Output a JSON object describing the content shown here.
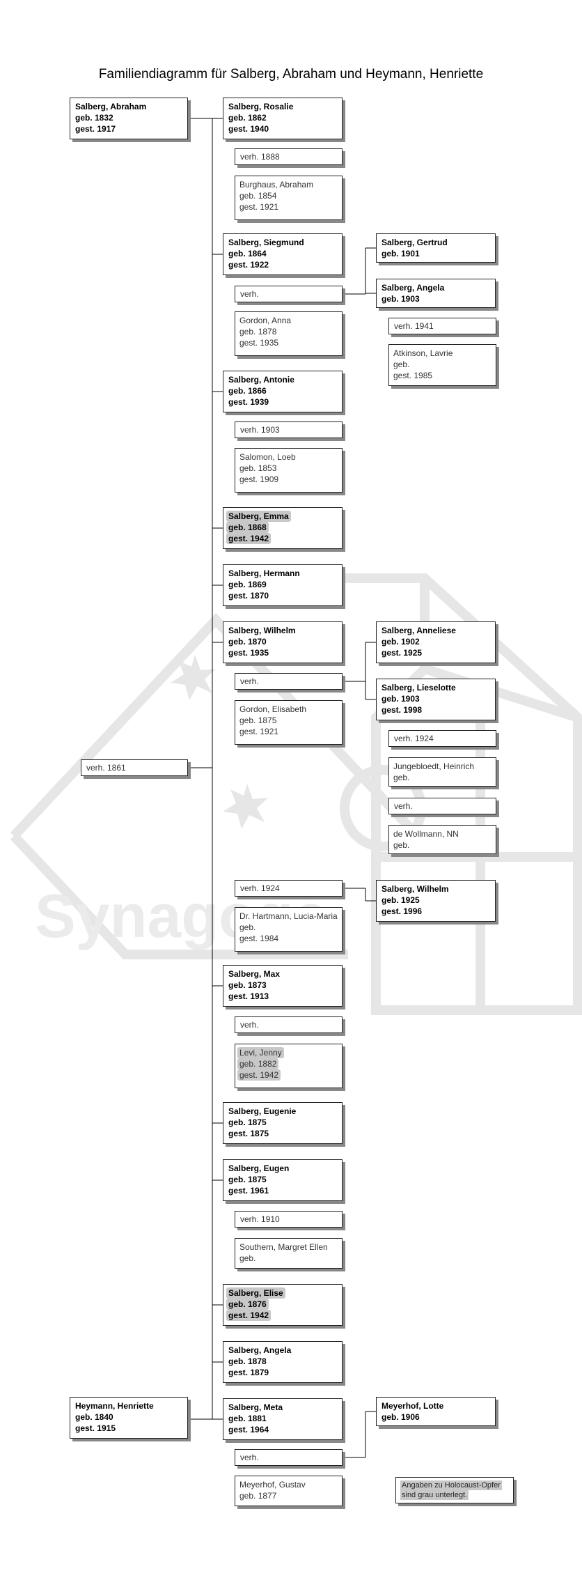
{
  "title": "Familiendiagramm für Salberg, Abraham und Heymann, Henriette",
  "legend": [
    "Angaben zu Holocaust-Opfer",
    "sind grau unterlegt."
  ],
  "watermark_text": "Synagoge",
  "parents": {
    "father": {
      "lines": [
        "Salberg, Abraham",
        "geb. 1832",
        "gest. 1917"
      ]
    },
    "marriage": {
      "lines": [
        "verh. 1861"
      ]
    },
    "mother": {
      "lines": [
        "Heymann, Henriette",
        "geb. 1840",
        "gest. 1915"
      ]
    }
  },
  "children": [
    {
      "lines": [
        "Salberg, Rosalie",
        "geb. 1862",
        "gest. 1940"
      ],
      "marriages": [
        {
          "marriage": [
            "verh. 1888"
          ],
          "spouse": [
            "Burghaus, Abraham",
            "geb. 1854",
            "gest. 1921"
          ],
          "children": []
        }
      ]
    },
    {
      "lines": [
        "Salberg, Siegmund",
        "geb. 1864",
        "gest. 1922"
      ],
      "marriages": [
        {
          "marriage": [
            "verh."
          ],
          "spouse": [
            "Gordon, Anna",
            "geb. 1878",
            "gest. 1935"
          ],
          "children": [
            {
              "lines": [
                "Salberg, Gertrud",
                "geb. 1901"
              ]
            },
            {
              "lines": [
                "Salberg, Angela",
                "geb. 1903"
              ],
              "marriages": [
                {
                  "marriage": [
                    "verh. 1941"
                  ],
                  "spouse": [
                    "Atkinson, Lavrie",
                    "geb.",
                    "gest. 1985"
                  ]
                }
              ]
            }
          ]
        }
      ]
    },
    {
      "lines": [
        "Salberg, Antonie",
        "geb. 1866",
        "gest. 1939"
      ],
      "marriages": [
        {
          "marriage": [
            "verh. 1903"
          ],
          "spouse": [
            "Salomon, Loeb",
            "geb. 1853",
            "gest. 1909"
          ],
          "children": []
        }
      ]
    },
    {
      "lines": [
        "Salberg, Emma",
        "geb. 1868",
        "gest. 1942"
      ],
      "victim": true,
      "marriages": []
    },
    {
      "lines": [
        "Salberg, Hermann",
        "geb. 1869",
        "gest. 1870"
      ],
      "marriages": []
    },
    {
      "lines": [
        "Salberg, Wilhelm",
        "geb. 1870",
        "gest. 1935"
      ],
      "marriages": [
        {
          "marriage": [
            "verh."
          ],
          "spouse": [
            "Gordon, Elisabeth",
            "geb. 1875",
            "gest. 1921"
          ],
          "children": [
            {
              "lines": [
                "Salberg, Anneliese",
                "geb. 1902",
                "gest. 1925"
              ]
            },
            {
              "lines": [
                "Salberg, Lieselotte",
                "geb. 1903",
                "gest. 1998"
              ],
              "marriages": [
                {
                  "marriage": [
                    "verh. 1924"
                  ],
                  "spouse": [
                    "Jungebloedt, Heinrich",
                    "geb."
                  ]
                },
                {
                  "marriage": [
                    "verh."
                  ],
                  "spouse": [
                    "de Wollmann, NN",
                    "geb."
                  ]
                }
              ]
            }
          ]
        },
        {
          "marriage": [
            "verh. 1924"
          ],
          "spouse": [
            "Dr. Hartmann, Lucia-Maria",
            "geb.",
            "gest. 1984"
          ],
          "children": [
            {
              "lines": [
                "Salberg, Wilhelm",
                "geb. 1925",
                "gest. 1996"
              ]
            }
          ]
        }
      ]
    },
    {
      "lines": [
        "Salberg, Max",
        "geb. 1873",
        "gest. 1913"
      ],
      "marriages": [
        {
          "marriage": [
            "verh."
          ],
          "spouse": [
            "Levi, Jenny",
            "geb. 1882",
            "gest. 1942"
          ],
          "spouse_victim": true,
          "children": []
        }
      ]
    },
    {
      "lines": [
        "Salberg, Eugenie",
        "geb. 1875",
        "gest. 1875"
      ],
      "marriages": []
    },
    {
      "lines": [
        "Salberg, Eugen",
        "geb. 1875",
        "gest. 1961"
      ],
      "marriages": [
        {
          "marriage": [
            "verh. 1910"
          ],
          "spouse": [
            "Southern, Margret Ellen",
            "geb."
          ],
          "children": []
        }
      ]
    },
    {
      "lines": [
        "Salberg, Elise",
        "geb. 1876",
        "gest. 1942"
      ],
      "victim": true,
      "marriages": []
    },
    {
      "lines": [
        "Salberg, Angela",
        "geb. 1878",
        "gest. 1879"
      ],
      "marriages": []
    },
    {
      "lines": [
        "Salberg, Meta",
        "geb. 1881",
        "gest. 1964"
      ],
      "marriages": [
        {
          "marriage": [
            "verh."
          ],
          "spouse": [
            "Meyerhof, Gustav",
            "geb. 1877"
          ],
          "children": [
            {
              "lines": [
                "Meyerhof, Lotte",
                "geb. 1906"
              ]
            }
          ]
        }
      ]
    }
  ]
}
